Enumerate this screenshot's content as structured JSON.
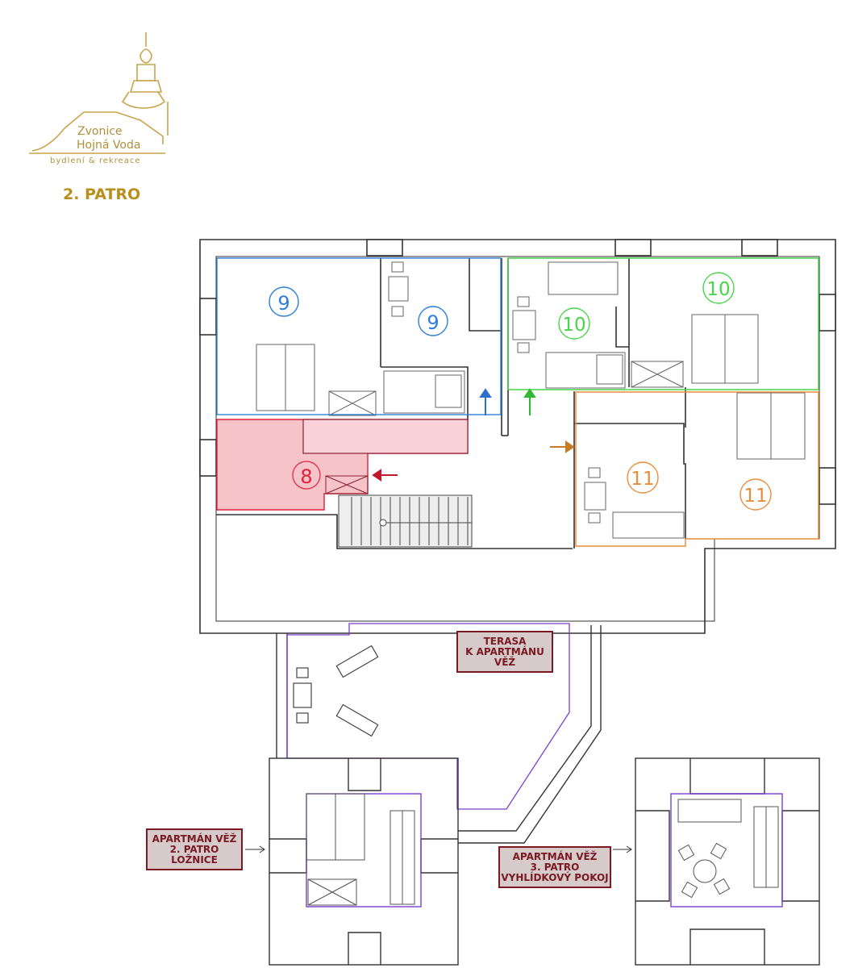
{
  "logo": {
    "line1": "Zvonice",
    "line2": "Hojná Voda",
    "line3": "bydlení & rekreace"
  },
  "floor_title": "2. PATRO",
  "rooms": {
    "r9a": "9",
    "r9b": "9",
    "r10a": "10",
    "r10b": "10",
    "r8": "8",
    "r11a": "11",
    "r11b": "11"
  },
  "labels": {
    "terrace": [
      "TERASA",
      "K APARTMÁNU",
      "VĚŽ"
    ],
    "tower2": [
      "APARTMÁN VĚŽ",
      "2. PATRO",
      "LOŽNICE"
    ],
    "tower3": [
      "APARTMÁN VĚŽ",
      "3. PATRO",
      "VYHLÍDKOVÝ POKOJ"
    ]
  },
  "colors": {
    "apt9": "#2f7fd6",
    "apt10": "#47d647",
    "apt8": "#e0203a",
    "apt8_fill": "#f6c3c8",
    "apt11": "#e98c3b",
    "tower": "#7a3fd0",
    "gold": "#b98f1c",
    "label_border": "#7a1a22"
  }
}
